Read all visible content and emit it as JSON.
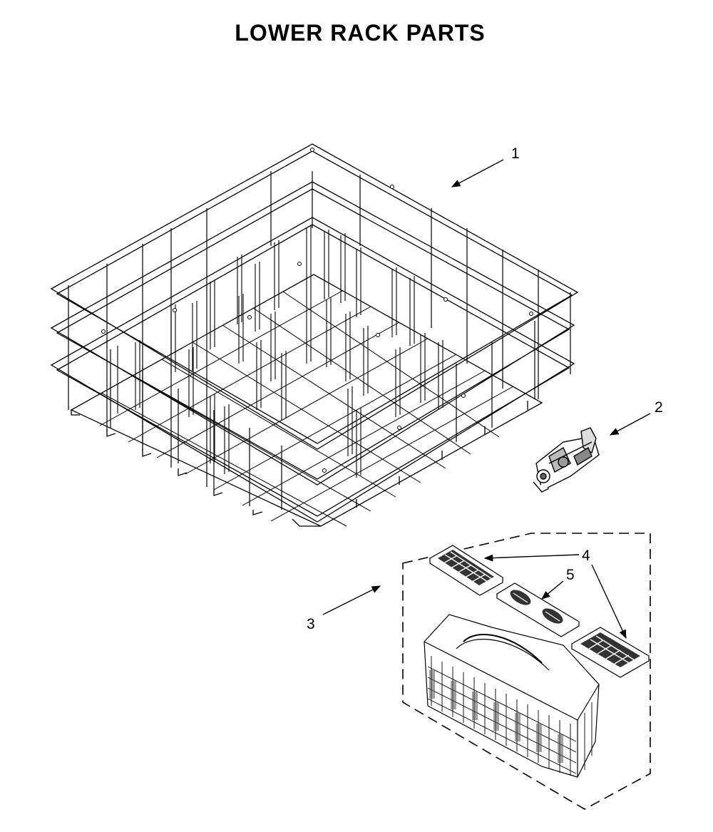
{
  "title": "LOWER RACK PARTS",
  "parts": [
    {
      "number": "1",
      "item": "lower-rack"
    },
    {
      "number": "2",
      "item": "rack-roller-assembly"
    },
    {
      "number": "3",
      "item": "silverware-basket-assembly"
    },
    {
      "number": "4",
      "item": "basket-lid"
    },
    {
      "number": "5",
      "item": "basket-lid-center"
    }
  ],
  "colors": {
    "line": "#000000",
    "background": "#ffffff"
  }
}
